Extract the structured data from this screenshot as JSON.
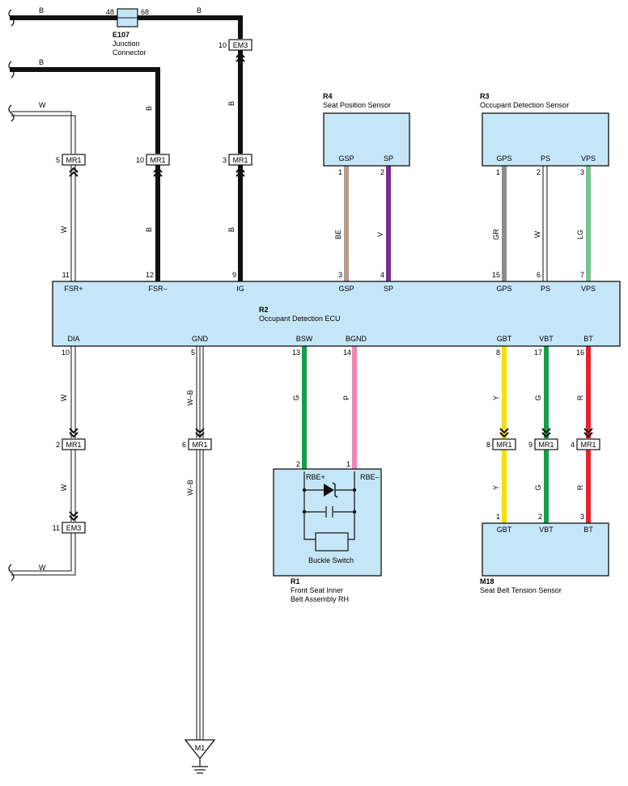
{
  "components": {
    "e107": {
      "id": "E107",
      "name_line1": "Junction",
      "name_line2": "Connector",
      "pin_left": "48",
      "pin_right": "68"
    },
    "r4": {
      "id": "R4",
      "name": "Seat Position Sensor",
      "pins": [
        "GSP",
        "SP"
      ],
      "pin_nums": [
        "1",
        "2"
      ]
    },
    "r3": {
      "id": "R3",
      "name": "Occupant Detection Sensor",
      "pins": [
        "GPS",
        "PS",
        "VPS"
      ],
      "pin_nums": [
        "1",
        "2",
        "3"
      ]
    },
    "r2": {
      "id": "R2",
      "name": "Occupant Detection ECU",
      "top_pins": [
        {
          "label": "FSR+",
          "num": "11"
        },
        {
          "label": "FSR–",
          "num": "12"
        },
        {
          "label": "IG",
          "num": "9"
        },
        {
          "label": "GSP",
          "num": "3"
        },
        {
          "label": "SP",
          "num": "4"
        },
        {
          "label": "GPS",
          "num": "15"
        },
        {
          "label": "PS",
          "num": "6"
        },
        {
          "label": "VPS",
          "num": "7"
        }
      ],
      "bottom_pins": [
        {
          "label": "DIA",
          "num": "10"
        },
        {
          "label": "GND",
          "num": "5"
        },
        {
          "label": "BSW",
          "num": "13"
        },
        {
          "label": "BGND",
          "num": "14"
        },
        {
          "label": "GBT",
          "num": "8"
        },
        {
          "label": "VBT",
          "num": "17"
        },
        {
          "label": "BT",
          "num": "16"
        }
      ]
    },
    "r1": {
      "id": "R1",
      "name_line1": "Front Seat Inner",
      "name_line2": "Belt Assembly RH",
      "pin_plus": "RBE+",
      "pin_minus": "RBE–",
      "num_plus": "2",
      "num_minus": "1",
      "switch_label": "Buckle Switch"
    },
    "m18": {
      "id": "M18",
      "name": "Seat Belt Tension Sensor",
      "pins": [
        "GBT",
        "VBT",
        "BT"
      ],
      "pin_nums": [
        "1",
        "2",
        "3"
      ]
    },
    "m1": {
      "id": "M1"
    }
  },
  "connectors": {
    "mr1_fsrp": {
      "id": "MR1",
      "pin": "5"
    },
    "mr1_fsrm": {
      "id": "MR1",
      "pin": "10"
    },
    "mr1_ig": {
      "id": "MR1",
      "pin": "3"
    },
    "em3_top": {
      "id": "EM3",
      "pin": "10"
    },
    "mr1_dia": {
      "id": "MR1",
      "pin": "2"
    },
    "em3_dia": {
      "id": "EM3",
      "pin": "11"
    },
    "mr1_gnd": {
      "id": "MR1",
      "pin": "6"
    },
    "mr1_gbt": {
      "id": "MR1",
      "pin": "8"
    },
    "mr1_vbt": {
      "id": "MR1",
      "pin": "9"
    },
    "mr1_bt": {
      "id": "MR1",
      "pin": "4"
    }
  },
  "wire_labels": {
    "top_b1": "B",
    "top_b2": "B",
    "b_left": "B",
    "w_left": "W",
    "w_left_bottom": "W",
    "fsrm_upper": "B",
    "ig_upper": "B",
    "fsrp_lower": "W",
    "fsrm_lower": "B",
    "ig_lower": "B",
    "gsp": "BE",
    "sp": "V",
    "gps": "GR",
    "ps": "W",
    "vps": "LG",
    "dia_upper": "W",
    "dia_lower": "W",
    "gnd_upper": "W–B",
    "gnd_lower": "W–B",
    "bsw": "G",
    "bgnd": "P",
    "gbt_upper": "Y",
    "vbt_upper": "G",
    "bt_upper": "R",
    "gbt_lower": "Y",
    "vbt_lower": "G",
    "bt_lower": "R"
  },
  "colors": {
    "box_fill": "#c5e6f7",
    "black": "#111111",
    "white_wire": "#ffffff",
    "beige": "#b49d8c",
    "violet": "#7b2d8e",
    "gray": "#8c8c8c",
    "light_green": "#78c391",
    "green": "#139e47",
    "pink": "#ef86b4",
    "yellow": "#f5e000",
    "red": "#e0262c"
  }
}
